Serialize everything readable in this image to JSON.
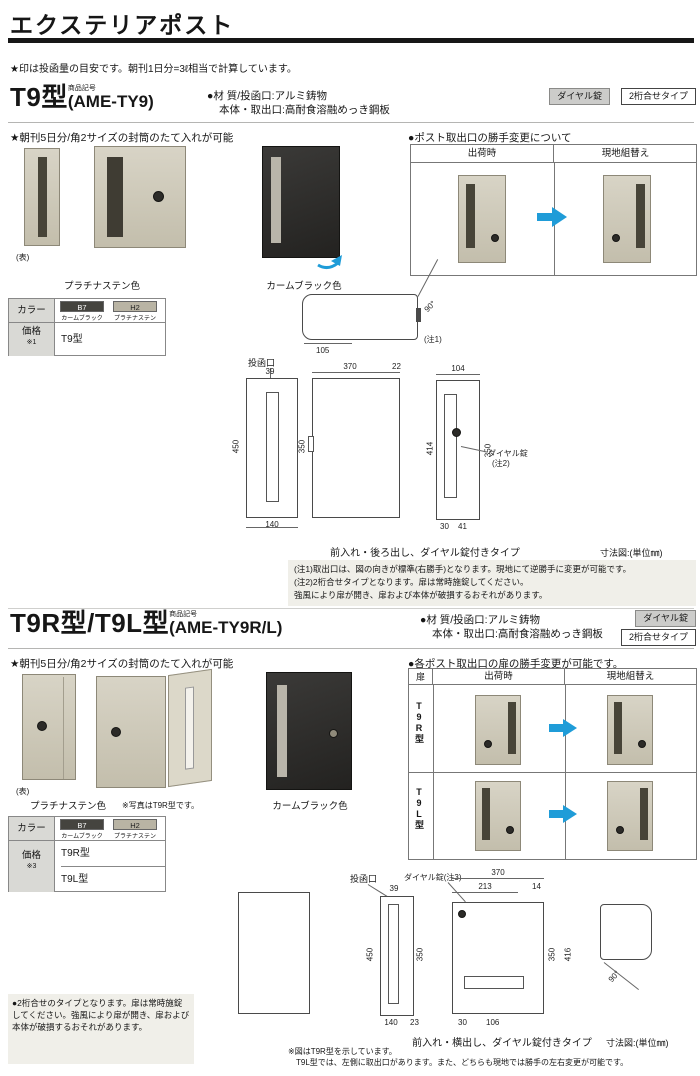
{
  "page": {
    "title": "エクステリアポスト",
    "intake_note": "★印は投函量の目安です。朝刊1日分=3ℓ相当で計算しています。"
  },
  "colors": {
    "accent_blue": "#1f9cd8",
    "platinum_beige": "#cdc8b6",
    "calm_black": "#2e2d2b",
    "table_header_gray": "#d9d9d5"
  },
  "t9": {
    "code_label": "商品記号",
    "model": "T9型",
    "code": "(AME-TY9)",
    "material_line1": "●材 質/投函口:アルミ鋳物",
    "material_line2": "本体・取出口:高耐食溶融めっき鋼板",
    "badge_dial": "ダイヤル錠",
    "badge_type": "2桁合せタイプ",
    "feature": "★朝刊5日分/角2サイズの封筒のたて入れが可能",
    "front_mark": "(表)",
    "platinum_label": "プラチナステン色",
    "black_label": "カームブラック色",
    "swap_title": "●ポスト取出口の勝手変更について",
    "swap_ship": "出荷時",
    "swap_onsite": "現地組替え",
    "color_table": {
      "color_head": "カラー",
      "b7_code": "B7",
      "b7_name": "カームブラック",
      "h2_code": "H2",
      "h2_name": "プラチナステン",
      "price_head": "価格",
      "price_ref": "※1",
      "model_row": "T9型"
    },
    "drawing": {
      "slot_label": "投函口",
      "d39": "39",
      "d450": "450",
      "d350_front": "350",
      "d140": "140",
      "d370": "370",
      "d22": "22",
      "d104": "104",
      "d414": "414",
      "d350_back": "350",
      "d30": "30",
      "d41": "41",
      "d105": "105",
      "d90": "90°",
      "note1_ref": "(注1)",
      "dial_label": "ダイヤル錠",
      "note2_ref": "(注2)",
      "caption": "前入れ・後ろ出し、ダイヤル錠付きタイプ",
      "unit_note": "寸法図:(単位㎜)"
    },
    "notes": [
      "(注1)取出口は、図の向きが標準(右勝手)となります。現地にて逆勝手に変更が可能です。",
      "(注2)2桁合せタイプとなります。扉は常時施錠してください。",
      "強風により扉が開き、扉および本体が破損するおそれがあります。"
    ]
  },
  "t9rl": {
    "code_label": "商品記号",
    "model": "T9R型/T9L型",
    "code": "(AME-TY9R/L)",
    "material_line1": "●材 質/投函口:アルミ鋳物",
    "material_line2": "本体・取出口:高耐食溶融めっき鋼板",
    "badge_dial": "ダイヤル錠",
    "badge_type": "2桁合せタイプ",
    "feature": "★朝刊5日分/角2サイズの封筒のたて入れが可能",
    "front_mark": "(表)",
    "platinum_label": "プラチナステン色",
    "photo_note": "※写真はT9R型です。",
    "black_label": "カームブラック色",
    "swap_title": "●各ポスト取出口の扉の勝手変更が可能です。",
    "door_head": "扉",
    "swap_ship": "出荷時",
    "swap_onsite": "現地組替え",
    "row_r": "T9R型",
    "row_l": "T9L型",
    "color_table": {
      "color_head": "カラー",
      "b7_code": "B7",
      "b7_name": "カームブラック",
      "h2_code": "H2",
      "h2_name": "プラチナステン",
      "price_head": "価格",
      "price_ref": "※3",
      "model_row1": "T9R型",
      "model_row2": "T9L型"
    },
    "caution": "●2桁合せのタイプとなります。扉は常時施錠してください。強風により扉が開き、扉および本体が破損するおそれがあります。",
    "drawing": {
      "slot_label": "投函口",
      "d39": "39",
      "d450": "450",
      "d350_front": "350",
      "d140": "140",
      "d23": "23",
      "dial_label": "ダイヤル錠(注3)",
      "d370": "370",
      "d213": "213",
      "d14": "14",
      "d350_side": "350",
      "d416": "416",
      "d30": "30",
      "d106": "106",
      "d90": "90°",
      "caption": "前入れ・横出し、ダイヤル錠付きタイプ",
      "unit_note": "寸法図:(単位㎜)"
    },
    "notes": [
      "※図はT9R型を示しています。",
      "T9L型では、左側に取出口があります。また、どちらも現地では勝手の左右変更が可能です。"
    ]
  }
}
